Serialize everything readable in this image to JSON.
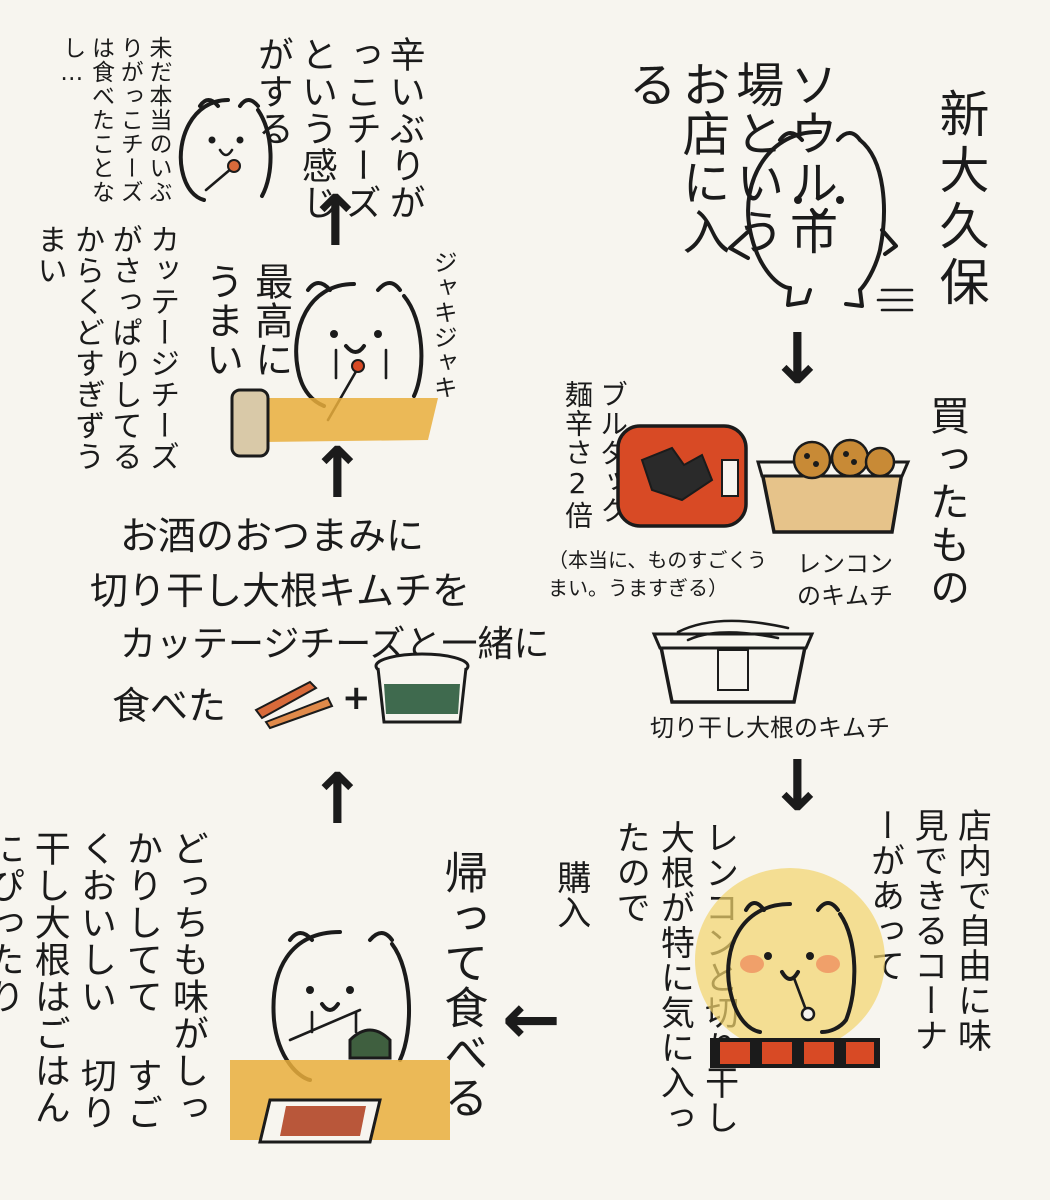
{
  "panel1": {
    "title": "新大久保",
    "text": "ソウル市場というお店に入る"
  },
  "panel2": {
    "title": "買ったもの",
    "buldak_label": "ブルダック麺辛さ2倍",
    "buldak_comment": "（本当に、ものすごくうまい。うますぎる）",
    "lotus_label": "レンコンのキムチ",
    "radish_label": "切り干し大根のキムチ"
  },
  "panel3": {
    "tasting": "店内で自由に味見できるコーナーがあって",
    "liked": "レンコンと切り干し大根が特に気に入ったので",
    "buy": "購入"
  },
  "panel4": {
    "title": "帰って食べる",
    "comment": "どっちも味がしっかりしてて すごくおいしい 切り干し大根はごはんにぴったり"
  },
  "panel5": {
    "line1": "お酒のおつまみに",
    "line2": "切り干し大根キムチを",
    "line3": "カッテージチーズと一緒に",
    "line4": "食べた",
    "plus": "+"
  },
  "panel6": {
    "sfx": "ジャキジャキ",
    "main": "最高にうまい",
    "comment": "カッテージチーズがさっぱりしてるからくどすぎずうまい"
  },
  "panel7": {
    "main": "辛いぶりがっこチーズという感じがする",
    "note": "未だ本当のいぶりがっこチーズは食べたことなし…"
  },
  "arrows": {
    "down": "↓",
    "up": "↑",
    "left": "←"
  },
  "colors": {
    "ink": "#1b1b1b",
    "paper": "#f7f5ef",
    "table_orange": "#e9ae3c",
    "kimchi_red": "#d84a25",
    "cheek": "#f0a06a"
  }
}
